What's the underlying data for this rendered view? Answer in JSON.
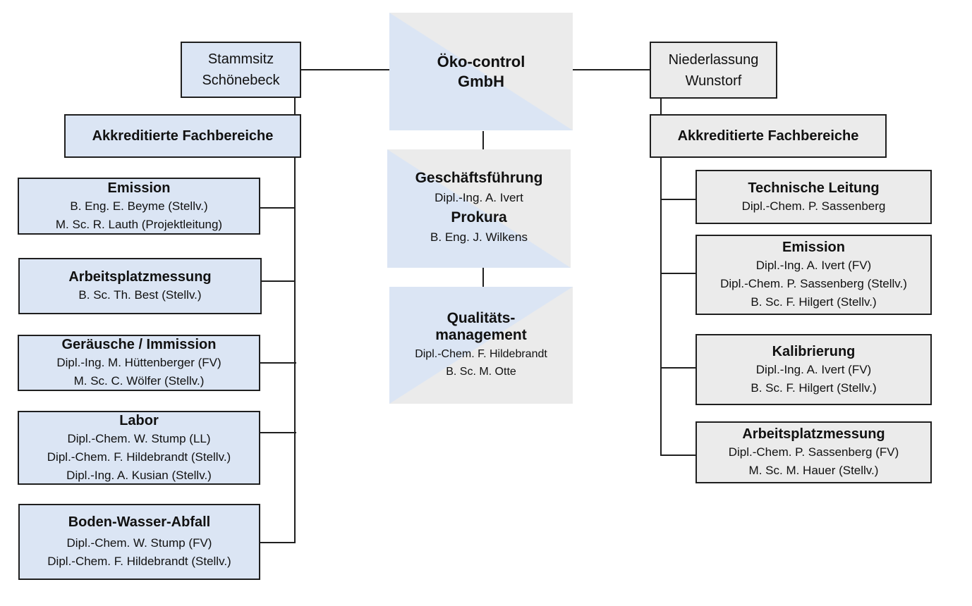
{
  "center": {
    "title_line1": "Öko-control",
    "title_line2": "GmbH"
  },
  "management": {
    "title": "Geschäftsführung",
    "manager": "Dipl.-Ing. A. Ivert",
    "prokura_title": "Prokura",
    "prokura": "B. Eng. J. Wilkens"
  },
  "quality": {
    "title_line1": "Qualitäts-",
    "title_line2": "management",
    "person1": "Dipl.-Chem. F. Hildebrandt",
    "person2": "B. Sc. M. Otte"
  },
  "left_site": {
    "name_line1": "Stammsitz",
    "name_line2": "Schönebeck",
    "areas_header": "Akkreditierte Fachbereiche",
    "areas": [
      {
        "title": "Emission",
        "people": [
          "B. Eng. E. Beyme (Stellv.)",
          "M. Sc. R. Lauth (Projektleitung)"
        ]
      },
      {
        "title": "Arbeitsplatzmessung",
        "people": [
          "B. Sc. Th. Best (Stellv.)"
        ]
      },
      {
        "title": "Geräusche / Immission",
        "people": [
          "Dipl.-Ing. M. Hüttenberger (FV)",
          "M. Sc. C. Wölfer (Stellv.)"
        ]
      },
      {
        "title": "Labor",
        "people": [
          "Dipl.-Chem. W. Stump (LL)",
          "Dipl.-Chem. F. Hildebrandt (Stellv.)",
          "Dipl.-Ing. A. Kusian (Stellv.)"
        ]
      },
      {
        "title": "Boden-Wasser-Abfall",
        "people": [
          "Dipl.-Chem. W. Stump (FV)",
          "Dipl.-Chem. F. Hildebrandt (Stellv.)"
        ]
      }
    ]
  },
  "right_site": {
    "name_line1": "Niederlassung",
    "name_line2": "Wunstorf",
    "areas_header": "Akkreditierte Fachbereiche",
    "areas": [
      {
        "title": "Technische Leitung",
        "people": [
          "Dipl.-Chem. P. Sassenberg"
        ]
      },
      {
        "title": "Emission",
        "people": [
          "Dipl.-Ing. A. Ivert (FV)",
          "Dipl.-Chem. P. Sassenberg (Stellv.)",
          "B. Sc. F. Hilgert (Stellv.)"
        ]
      },
      {
        "title": "Kalibrierung",
        "people": [
          "Dipl.-Ing. A. Ivert (FV)",
          "B. Sc. F. Hilgert (Stellv.)"
        ]
      },
      {
        "title": "Arbeitsplatzmessung",
        "people": [
          "Dipl.-Chem. P. Sassenberg (FV)",
          "M. Sc. M. Hauer (Stellv.)"
        ]
      }
    ]
  },
  "colors": {
    "blue_fill": "#dbe5f4",
    "grey_fill": "#ebebeb",
    "border": "#1f1f1f"
  }
}
